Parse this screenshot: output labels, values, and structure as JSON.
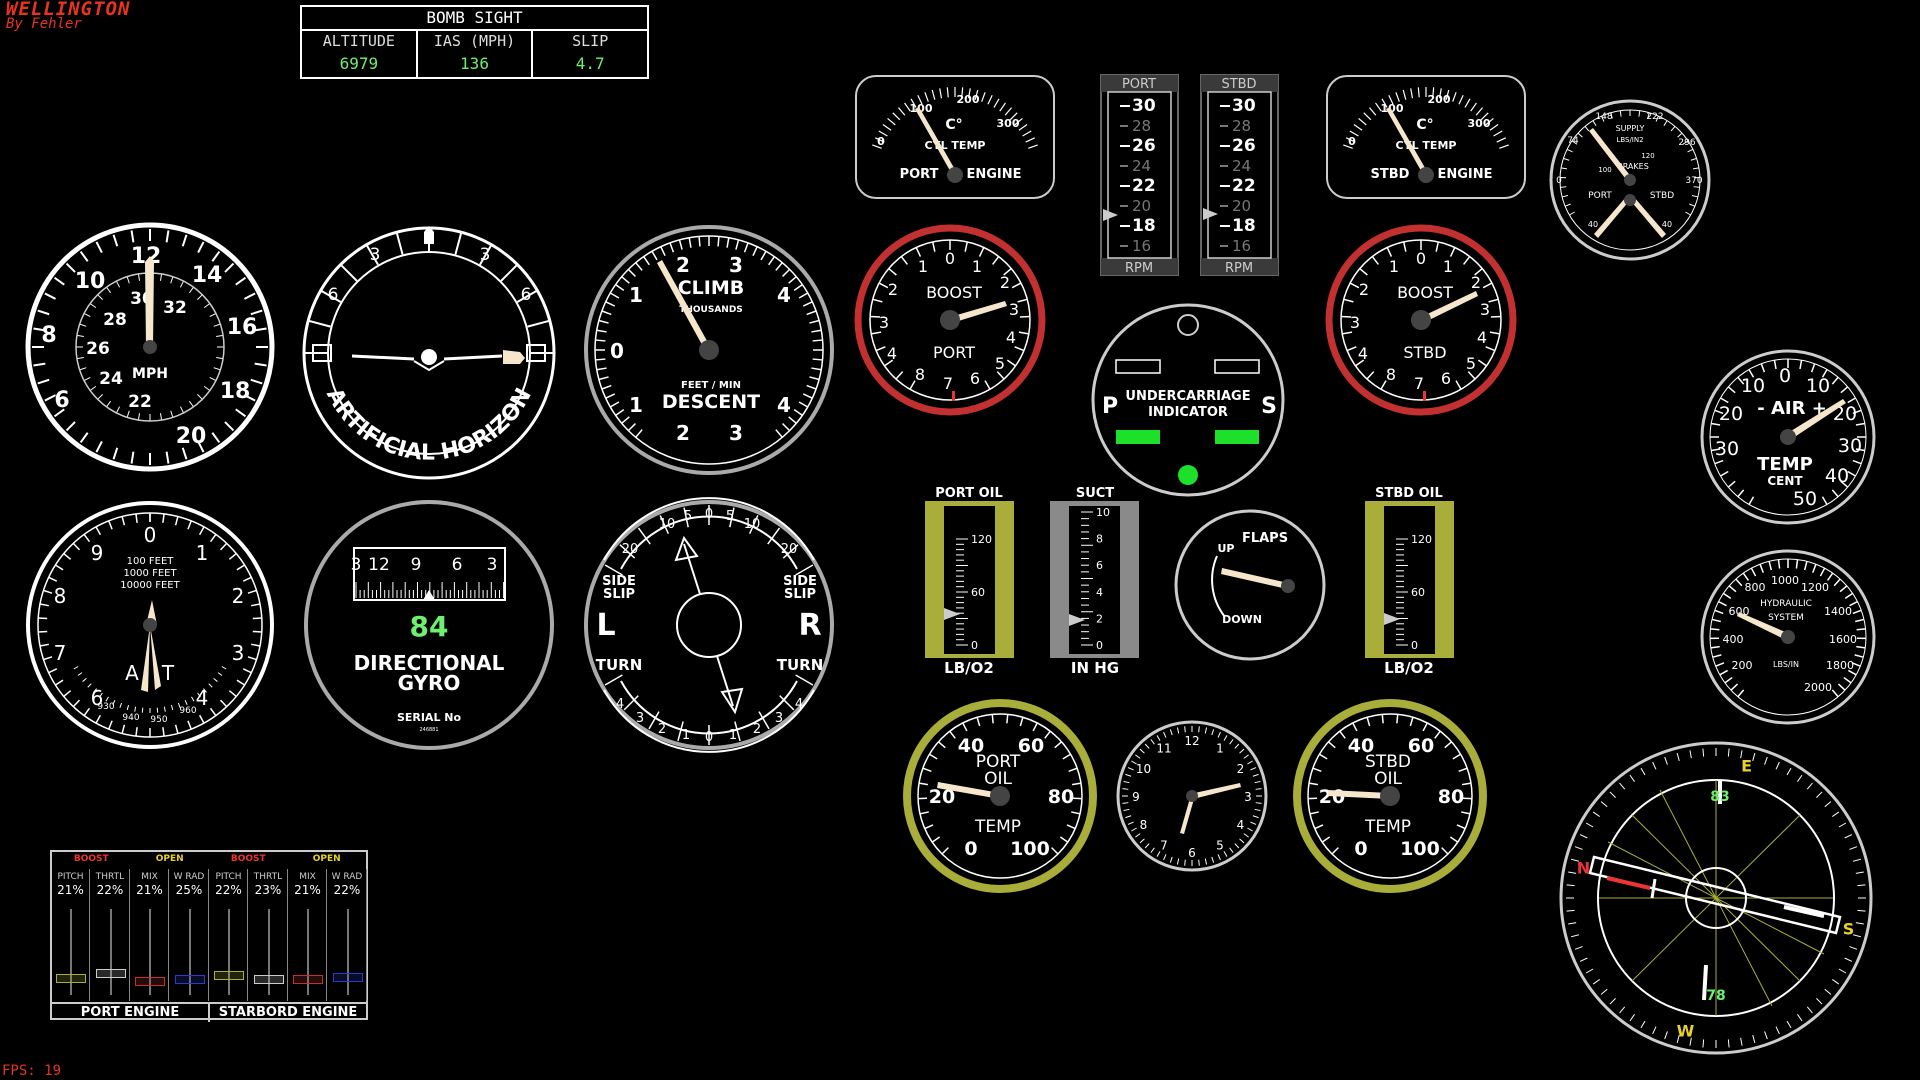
{
  "app": {
    "title": "WELLINGTON",
    "subtitle": "By Fehler",
    "fps": "FPS: 19"
  },
  "colors": {
    "accent_red": "#e8331e",
    "readout_green": "#6ef06e",
    "gauge_cream": "#f5e6cc",
    "olive": "#a9ad3a",
    "boost_red": "#c23030"
  },
  "bomb_sight": {
    "title": "BOMB SIGHT",
    "columns": [
      {
        "label": "ALTITUDE",
        "value": "6979"
      },
      {
        "label": "IAS (MPH)",
        "value": "136"
      },
      {
        "label": "SLIP",
        "value": "4.7"
      }
    ]
  },
  "airspeed": {
    "outer_labels": [
      "12",
      "14",
      "16",
      "18",
      "20",
      "6",
      "8",
      "10"
    ],
    "inner_labels": [
      "30",
      "32",
      "22",
      "24",
      "26",
      "28"
    ],
    "unit": "MPH"
  },
  "horizon": {
    "label": "ARTIFICIAL HORIZON",
    "bank_labels": [
      "3",
      "6",
      "3",
      "6"
    ]
  },
  "climb": {
    "climb_label": "CLIMB",
    "thousands": "THOUSANDS",
    "feet_min": "FEET / MIN",
    "descent_label": "DESCENT",
    "labels": [
      "0",
      "1",
      "2",
      "3",
      "4",
      "4",
      "3",
      "2",
      "1"
    ]
  },
  "port_temp": {
    "labels": [
      "0",
      "100",
      "200",
      "300"
    ],
    "unit": "C°",
    "name": "CYL TEMP",
    "side": "PORT",
    "engine": "ENGINE"
  },
  "stbd_temp": {
    "labels": [
      "0",
      "100",
      "200",
      "300"
    ],
    "unit": "C°",
    "name": "CYL TEMP",
    "side": "STBD",
    "engine": "ENGINE"
  },
  "rpm_port": {
    "header": "PORT",
    "footer": "RPM",
    "ticks": [
      "30",
      "28",
      "26",
      "24",
      "22",
      "20",
      "18",
      "16"
    ]
  },
  "rpm_stbd": {
    "header": "STBD",
    "footer": "RPM",
    "ticks": [
      "30",
      "28",
      "26",
      "24",
      "22",
      "20",
      "18",
      "16"
    ]
  },
  "boost_port": {
    "label": "BOOST",
    "side": "PORT",
    "labels": [
      "1",
      "0",
      "1",
      "2",
      "3",
      "4",
      "5",
      "6",
      "7",
      "8",
      "4",
      "3",
      "2"
    ]
  },
  "boost_stbd": {
    "label": "BOOST",
    "side": "STBD",
    "labels": [
      "1",
      "0",
      "1",
      "2",
      "3",
      "4",
      "5",
      "6",
      "7",
      "8",
      "4",
      "3",
      "2"
    ]
  },
  "undercarriage": {
    "line1": "UNDERCARRIAGE",
    "line2": "INDICATOR",
    "left": "P",
    "right": "S"
  },
  "brakes": {
    "labels": [
      "148",
      "222",
      "74",
      "296",
      "0",
      "370",
      "40",
      "40"
    ],
    "supply": "SUPPLY",
    "lbs": "LBS/IN2",
    "brakes": "BRAKES",
    "port": "PORT",
    "stbd": "STBD",
    "inner": [
      "100",
      "120"
    ]
  },
  "air_temp": {
    "labels": [
      "0",
      "10",
      "10",
      "20",
      "20",
      "30",
      "30",
      "40",
      "50"
    ],
    "title": "- AIR +",
    "temp": "TEMP",
    "cent": "CENT"
  },
  "hydraulic": {
    "labels": [
      "1000",
      "800",
      "1200",
      "600",
      "1400",
      "400",
      "1600",
      "200",
      "1800",
      "2000"
    ],
    "name": "HYDRAULIC",
    "system": "SYSTEM",
    "unit": "LBS/IN"
  },
  "altimeter": {
    "labels": [
      "0",
      "1",
      "2",
      "3",
      "4",
      "6",
      "7",
      "8",
      "9"
    ],
    "l1": "100  FEET",
    "l2": "1000  FEET",
    "l3": "10000  FEET",
    "a": "A",
    "t": "T",
    "baro": [
      "930",
      "940",
      "950",
      "960"
    ]
  },
  "dgyro": {
    "heading": "84",
    "name1": "DIRECTIONAL",
    "name2": "GYRO",
    "serial": "SERIAL No",
    "serial_no": "246881",
    "tape": [
      "3",
      "12",
      "9",
      "6",
      "3"
    ]
  },
  "turn_slip": {
    "side_slip": "SIDE",
    "slip": "SLIP",
    "left": "L",
    "right": "R",
    "turn": "TURN",
    "top": [
      "20",
      "10",
      "5",
      "0",
      "5",
      "10",
      "20"
    ],
    "bottom": [
      "4",
      "3",
      "2",
      "1",
      "0",
      "1",
      "2",
      "3",
      "4"
    ]
  },
  "port_oil": {
    "header": "PORT OIL",
    "footer": "LB/O2",
    "ticks": [
      "120",
      "60",
      "0"
    ]
  },
  "suction": {
    "header": "SUCT",
    "footer": "IN HG",
    "ticks": [
      "10",
      "8",
      "6",
      "4",
      "2",
      "0"
    ]
  },
  "stbd_oil": {
    "header": "STBD OIL",
    "footer": "LB/O2",
    "ticks": [
      "120",
      "60",
      "0"
    ]
  },
  "flaps": {
    "title": "FLAPS",
    "up": "UP",
    "down": "DOWN"
  },
  "port_oil_temp": {
    "labels": [
      "40",
      "60",
      "20",
      "80",
      "0",
      "100"
    ],
    "l1": "PORT",
    "l2": "OIL",
    "l3": "TEMP"
  },
  "stbd_oil_temp": {
    "labels": [
      "40",
      "60",
      "20",
      "80",
      "0",
      "100"
    ],
    "l1": "STBD",
    "l2": "OIL",
    "l3": "TEMP"
  },
  "clock": {
    "labels": [
      "12",
      "1",
      "2",
      "3",
      "4",
      "5",
      "6",
      "7",
      "8",
      "9",
      "10",
      "11"
    ]
  },
  "compass": {
    "top_heading": "83",
    "bottom_heading": "78",
    "cardinals": [
      "N",
      "E",
      "S",
      "W"
    ]
  },
  "levers": {
    "headers": [
      "BOOST",
      "OPEN",
      "BOOST",
      "OPEN"
    ],
    "items": [
      {
        "name": "PITCH",
        "pct": "21%"
      },
      {
        "name": "THRTL",
        "pct": "22%"
      },
      {
        "name": "MIX",
        "pct": "21%"
      },
      {
        "name": "W RAD",
        "pct": "25%"
      },
      {
        "name": "PITCH",
        "pct": "22%"
      },
      {
        "name": "THRTL",
        "pct": "23%"
      },
      {
        "name": "MIX",
        "pct": "21%"
      },
      {
        "name": "W RAD",
        "pct": "22%"
      }
    ],
    "port_label": "PORT ENGINE",
    "stbd_label": "STARBORD ENGINE"
  }
}
